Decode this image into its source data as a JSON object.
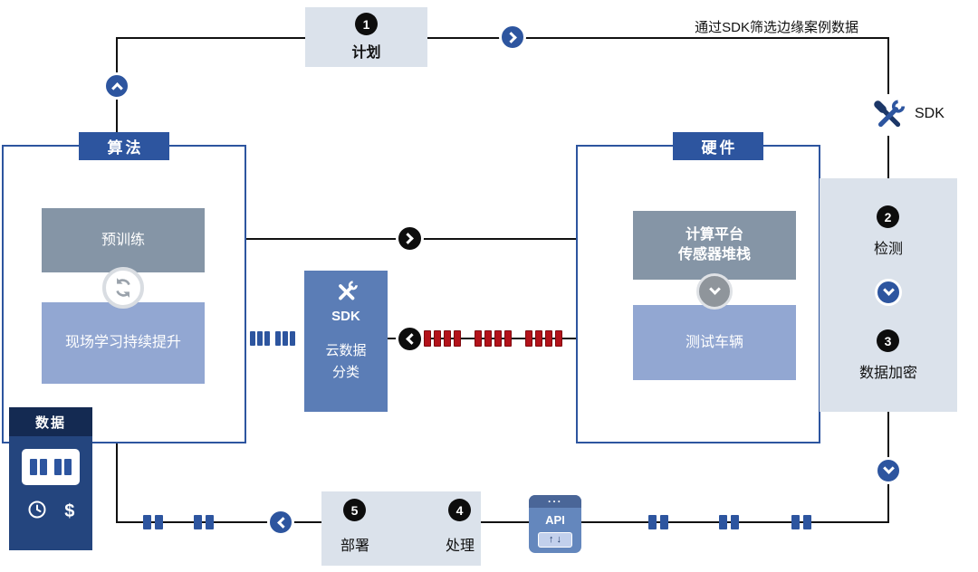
{
  "plan": {
    "num": "1",
    "label": "计划"
  },
  "top_note": "通过SDK筛选边缘案例数据",
  "sdk_badge": "SDK",
  "algorithm": {
    "header": "算法",
    "pretrain": "预训练",
    "field_learning": "现场学习持续提升"
  },
  "cloud_sdk": {
    "label": "SDK",
    "line1": "云数据",
    "line2": "分类"
  },
  "hardware": {
    "header": "硬件",
    "platform_line1": "计算平台",
    "platform_line2": "传感器堆栈",
    "vehicle": "测试车辆"
  },
  "flow_panel": {
    "detect_num": "2",
    "detect": "检测",
    "encrypt_num": "3",
    "encrypt": "数据加密"
  },
  "data_panel": {
    "header": "数据",
    "dollar": "$"
  },
  "deploy_panel": {
    "deploy_num": "5",
    "deploy": "部署",
    "process_num": "4",
    "process": "处理"
  },
  "api_badge": {
    "dots": "...",
    "label": "API",
    "arrows": "↑ ↓"
  },
  "colors": {
    "primary_blue": "#2d559f",
    "mid_blue": "#5b7db6",
    "light_blue": "#92a7d2",
    "gray_box": "#8595a6",
    "panel_gray": "#dbe2eb",
    "navy": "#24457e",
    "red": "#b3121a",
    "black": "#111111"
  }
}
